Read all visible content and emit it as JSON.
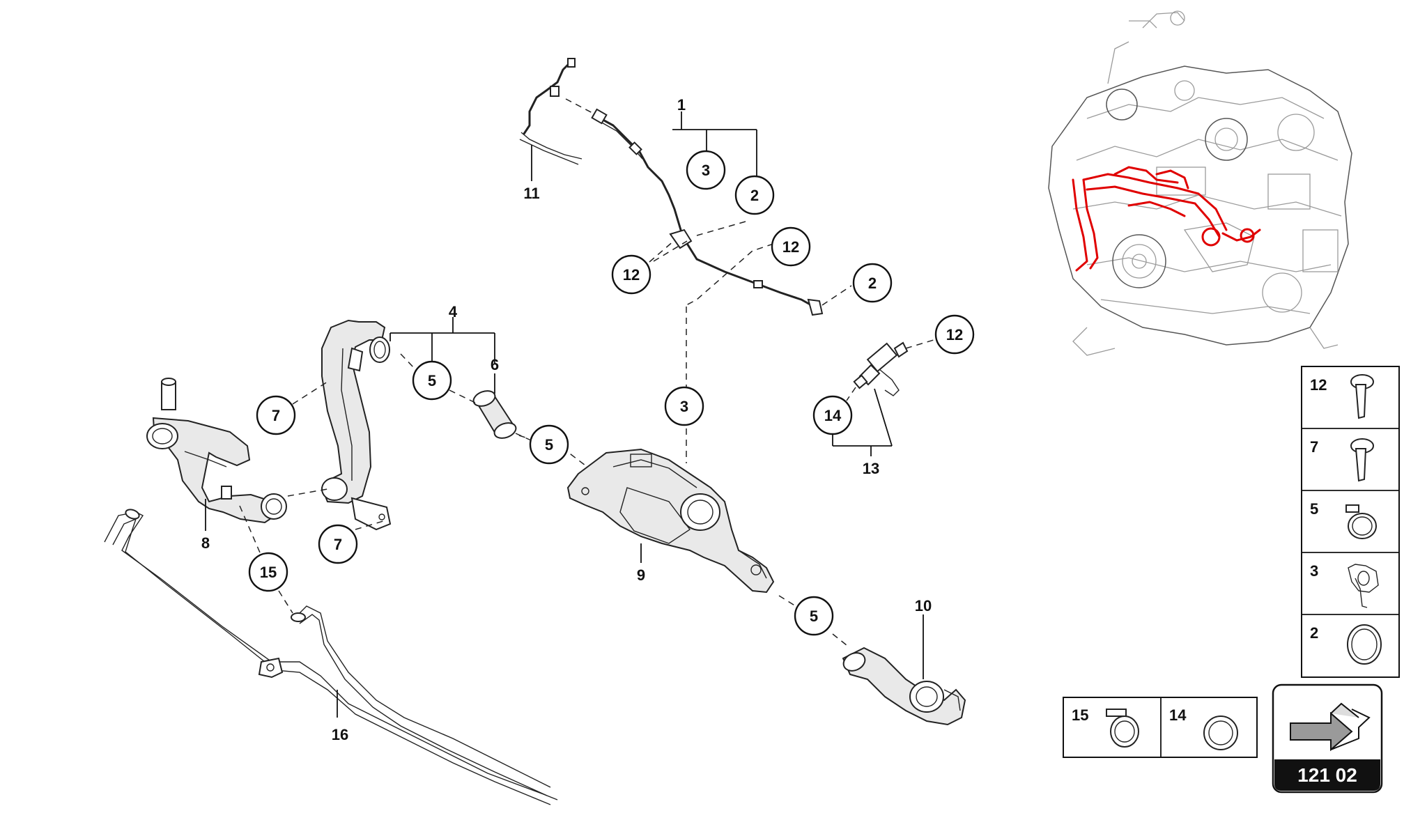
{
  "diagram": {
    "callouts": {
      "c1": "1",
      "c2a": "2",
      "c2b": "2",
      "c3a": "3",
      "c3b": "3",
      "c4": "4",
      "c5a": "5",
      "c5b": "5",
      "c5c": "5",
      "c6": "6",
      "c7a": "7",
      "c7b": "7",
      "c8": "8",
      "c9": "9",
      "c10": "10",
      "c11": "11",
      "c12a": "12",
      "c12b": "12",
      "c12c": "12",
      "c13": "13",
      "c14": "14",
      "c15": "15",
      "c16": "16"
    },
    "legend": {
      "r12": "12",
      "r7": "7",
      "r5": "5",
      "r3": "3",
      "r2": "2",
      "r15": "15",
      "r14": "14"
    },
    "page_number": "121 02"
  }
}
